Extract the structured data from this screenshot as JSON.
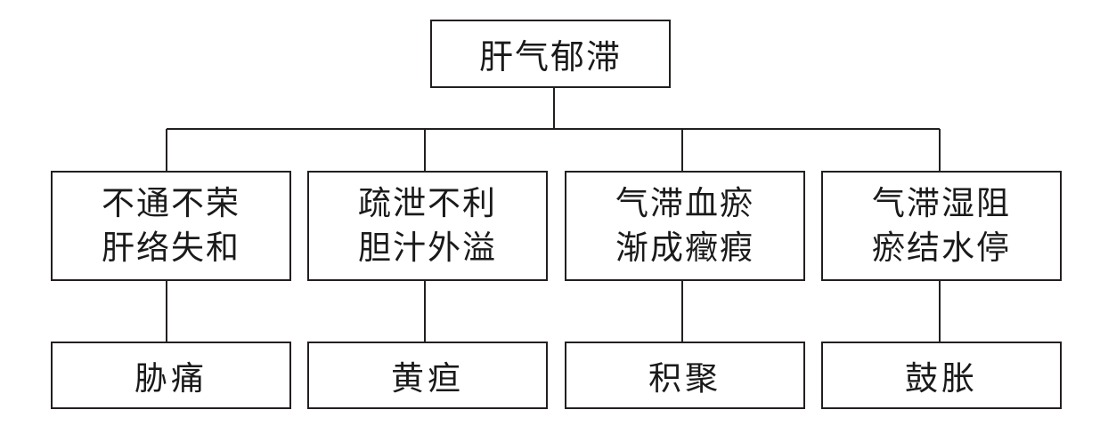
{
  "root": {
    "label": "肝气郁滞"
  },
  "branches": [
    {
      "mechanism": [
        "不通不荣",
        "肝络失和"
      ],
      "result": "胁痛"
    },
    {
      "mechanism": [
        "疏泄不利",
        "胆汁外溢"
      ],
      "result": "黄疸"
    },
    {
      "mechanism": [
        "气滞血瘀",
        "渐成癥瘕"
      ],
      "result": "积聚"
    },
    {
      "mechanism": [
        "气滞湿阻",
        "瘀结水停"
      ],
      "result": "鼓胀"
    }
  ],
  "colors": {
    "line": "#231f20",
    "text": "#1a1a1a",
    "background": "#ffffff"
  }
}
